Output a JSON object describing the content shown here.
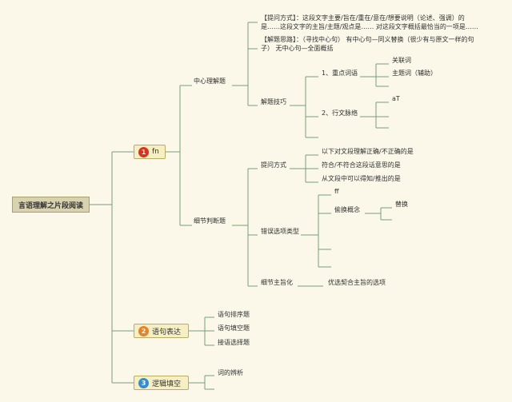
{
  "root": "言语理解之片段阅读",
  "branches": [
    {
      "num": "1",
      "label": "fn",
      "color": "#d9321f"
    },
    {
      "num": "2",
      "label": "语句表达",
      "color": "#e8822a"
    },
    {
      "num": "3",
      "label": "逻辑填空",
      "color": "#2f8fd6"
    }
  ],
  "zx": {
    "label": "中心理解题",
    "twfs_text": "【提问方式】：这段文字主要/旨在/重在/意在/想要说明（论述、强调）的是……这段文字的主旨/主题/观点是…… 对这段文字概括最恰当的一项是……",
    "jtsl_text": "【解题思路】：（寻找中心句） 有中心句—同义替换（很少有与原文一样的句子） 无中心句—全面概括",
    "jtjq": "解题技巧",
    "zdcy": "1、重点词语",
    "gl": "关联词",
    "ztc": "主题词（辅助）",
    "xwml": "2、行文脉络",
    "at": "aT"
  },
  "xj": {
    "label": "细节判断题",
    "twfs": "提问方式",
    "q1": "以下对文段理解正确/不正确的是",
    "q2": "符合/不符合这段话意思的是",
    "q3": "从文段中可以得知/推出的是",
    "cwxx": "错误选项类型",
    "ff": "ff",
    "thgn": "偷换概念",
    "th": "替换",
    "xjzz": "细节主旨化",
    "yx": "优选契合主旨的选项"
  },
  "yj": [
    "语句排序题",
    "语句填空题",
    "接语选择题"
  ],
  "lj": [
    "词的辨析"
  ]
}
